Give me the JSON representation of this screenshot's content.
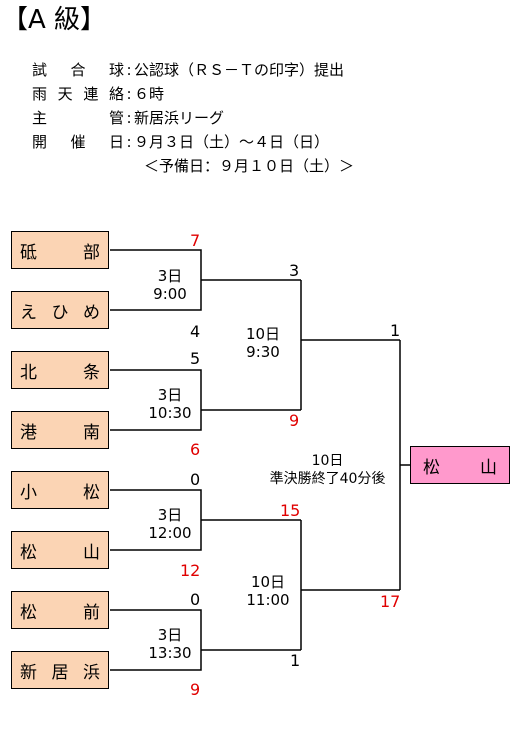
{
  "title": "【A 級】",
  "info": [
    {
      "label": [
        "試",
        "合",
        "球"
      ],
      "value": "公認球（ＲＳ－Ｔの印字）提出"
    },
    {
      "label": [
        "雨",
        "天",
        "連",
        "絡"
      ],
      "value": "６時"
    },
    {
      "label": [
        "主",
        "管"
      ],
      "value": "新居浜リーグ"
    },
    {
      "label": [
        "開",
        "催",
        "日"
      ],
      "value": "９月３日（土）～４日（日）"
    }
  ],
  "reserve": "＜予備日：９月１０日（土）＞",
  "teams": [
    {
      "chars": [
        "砥",
        "部"
      ]
    },
    {
      "chars": [
        "え",
        "ひ",
        "め"
      ]
    },
    {
      "chars": [
        "北",
        "条"
      ]
    },
    {
      "chars": [
        "港",
        "南"
      ]
    },
    {
      "chars": [
        "小",
        "松"
      ]
    },
    {
      "chars": [
        "松",
        "山"
      ]
    },
    {
      "chars": [
        "松",
        "前"
      ]
    },
    {
      "chars": [
        "新",
        "居",
        "浜"
      ]
    }
  ],
  "champion": {
    "chars": [
      "松",
      "山"
    ]
  },
  "first_round": [
    {
      "day": "3日",
      "time": "9:00",
      "top_score": "7",
      "bottom_score": "4"
    },
    {
      "day": "3日",
      "time": "10:30",
      "top_score": "5",
      "bottom_score": "6"
    },
    {
      "day": "3日",
      "time": "12:00",
      "top_score": "0",
      "bottom_score": "12"
    },
    {
      "day": "3日",
      "time": "13:30",
      "top_score": "0",
      "bottom_score": "9"
    }
  ],
  "semifinals": [
    {
      "day": "10日",
      "time": "9:30",
      "top_score": "3",
      "bottom_score": "9"
    },
    {
      "day": "10日",
      "time": "11:00",
      "top_score": "15",
      "bottom_score": "1"
    }
  ],
  "final": {
    "day": "10日",
    "time": "準決勝終了40分後",
    "top_score": "1",
    "bottom_score": "17"
  },
  "colors": {
    "team_bg": "#fbd4b4",
    "champion_bg": "#ff99cc",
    "winner_score": "#e00000"
  }
}
